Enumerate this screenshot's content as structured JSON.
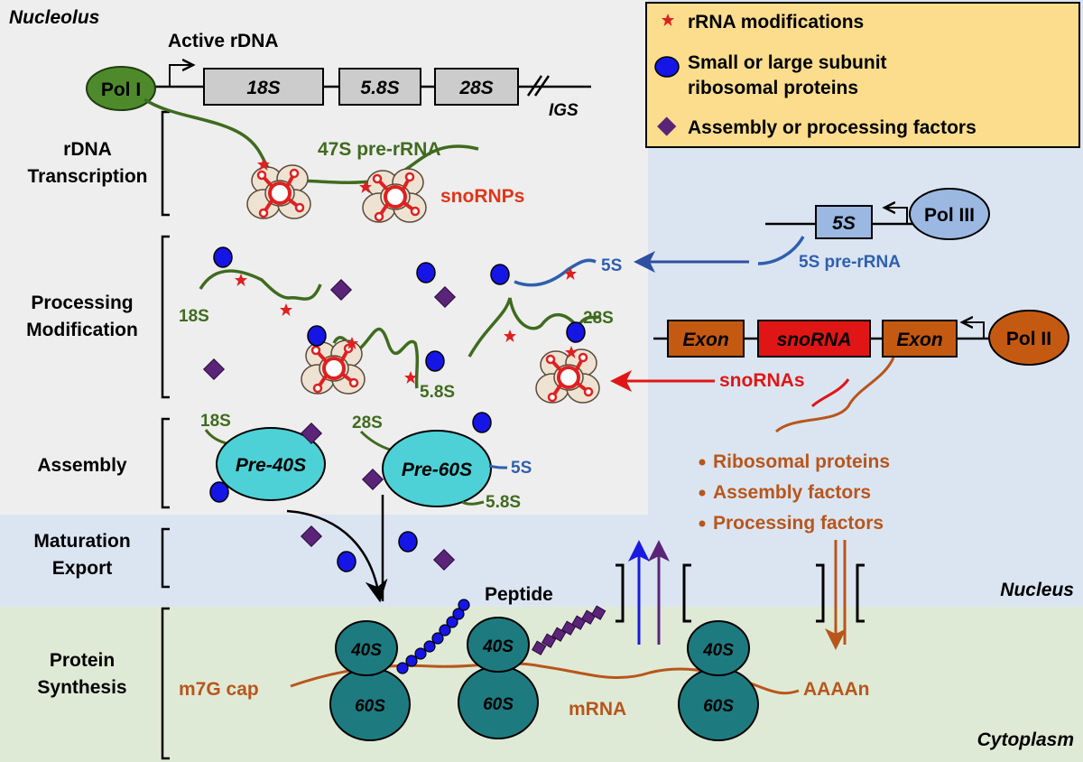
{
  "regions": {
    "nucleolus": "Nucleolus",
    "nucleus": "Nucleus",
    "cytoplasm": "Cytoplasm"
  },
  "legend": {
    "modifications": "rRNA modifications",
    "proteins_line1": "Small or large subunit",
    "proteins_line2": "ribosomal proteins",
    "factors": "Assembly or processing factors"
  },
  "stages": {
    "transcription_1": "rDNA",
    "transcription_2": "Transcription",
    "processing_1": "Processing",
    "processing_2": "Modification",
    "assembly": "Assembly",
    "maturation_1": "Maturation",
    "maturation_2": "Export",
    "synthesis_1": "Protein",
    "synthesis_2": "Synthesis"
  },
  "rdna": {
    "title": "Active rDNA",
    "pol1": "Pol I",
    "gene_18s": "18S",
    "gene_58s": "5.8S",
    "gene_28s": "28S",
    "igs": "IGS",
    "pre_rrna": "47S pre-rRNA",
    "snornps": "snoRNPs"
  },
  "pol3": {
    "gene": "5S",
    "pol": "Pol III",
    "pre_rrna": "5S pre-rRNA"
  },
  "pol2": {
    "exon1": "Exon",
    "snorna": "snoRNA",
    "exon2": "Exon",
    "pol": "Pol II",
    "snornas": "snoRNAs",
    "products": [
      "Ribosomal proteins",
      "Assembly factors",
      "Processing factors"
    ]
  },
  "processing": {
    "rrna_18s": "18S",
    "rrna_5s": "5S",
    "rrna_28s": "28S",
    "rrna_58s": "5.8S"
  },
  "assembly": {
    "pre40s": "Pre-40S",
    "pre60s": "Pre-60S",
    "label_18s": "18S",
    "label_28s": "28S",
    "label_5s": "5S",
    "label_58s": "5.8S"
  },
  "synthesis": {
    "peptide": "Peptide",
    "cap": "m7G cap",
    "mrna": "mRNA",
    "polya": "AAAAn",
    "small_subunit": "40S",
    "large_subunit": "60S"
  },
  "colors": {
    "nucleolus_bg": "#eeeeee",
    "nucleus_bg": "#dbe5f2",
    "cytoplasm_bg": "#dfead6",
    "legend_bg": "#fbdd8d",
    "pol1": "#4e8a2b",
    "rrna_strand": "#3f6b1e",
    "five_s": "#2f5fae",
    "pol3": "#9bb8e2",
    "exon": "#c45a12",
    "snorna": "#e01616",
    "mrna": "#b8561c",
    "ribosome": "#1d7b80",
    "pre_subunit": "#4dd1d6",
    "protein": "#1010e0",
    "factor": "#5a2478",
    "star": "#e02020"
  }
}
